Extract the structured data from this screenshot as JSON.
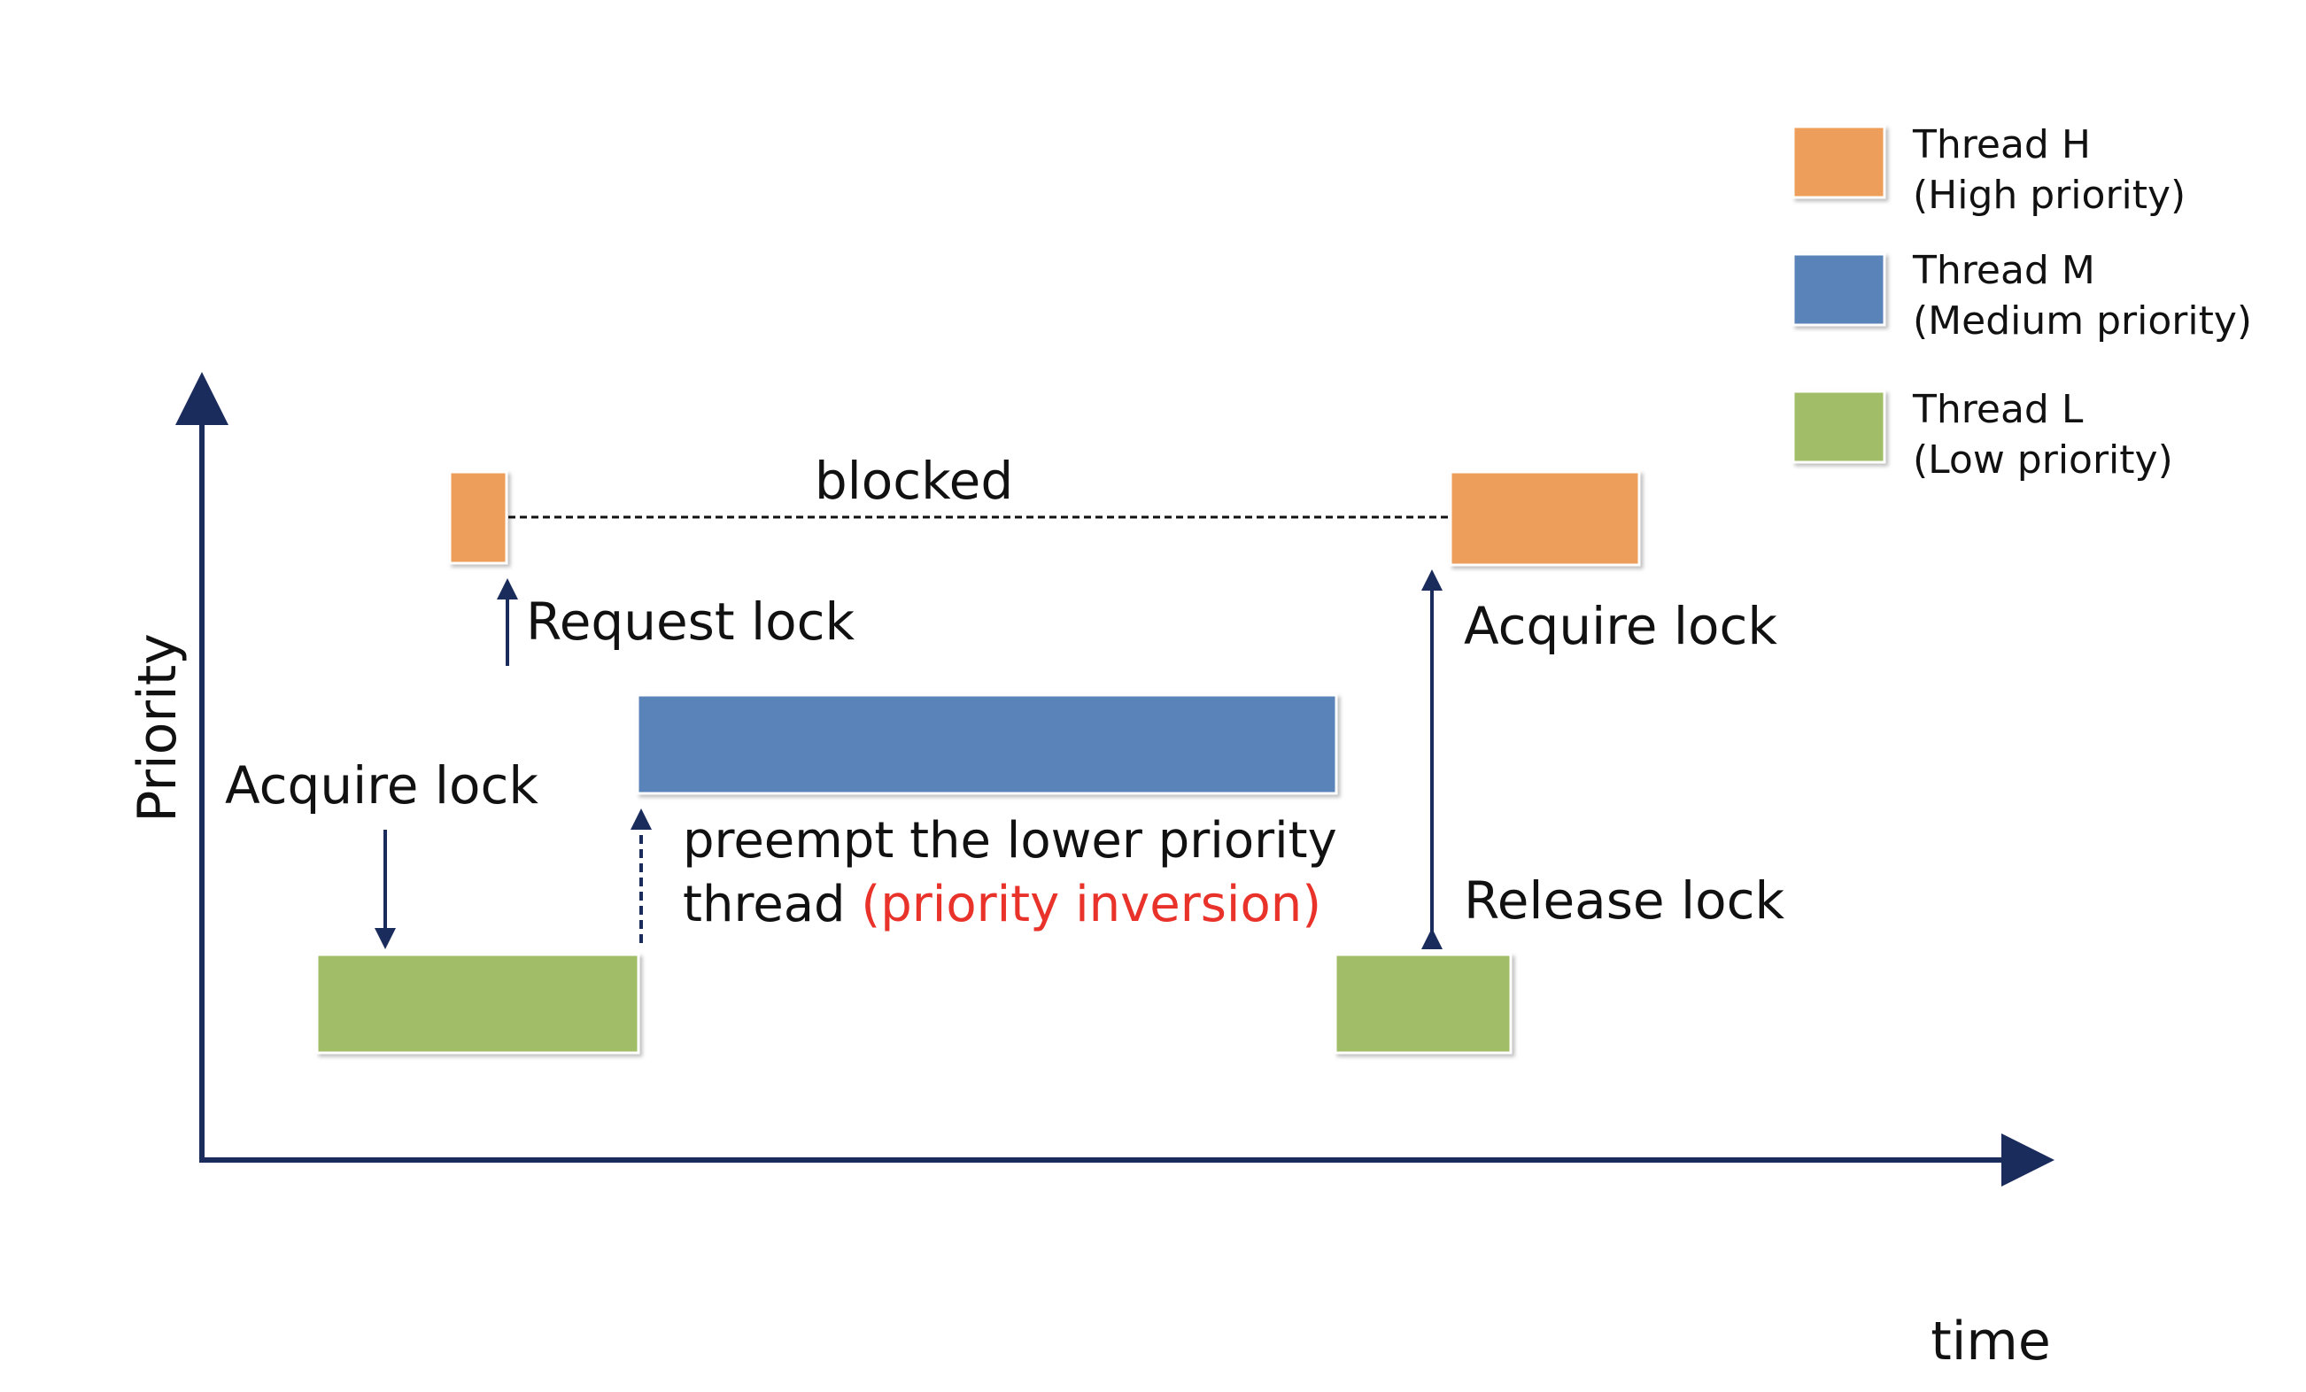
{
  "axes": {
    "y_label": "Priority",
    "x_label": "time"
  },
  "annotations": {
    "blocked": "blocked",
    "request_lock": "Request lock",
    "acquire_lock_low": "Acquire lock",
    "acquire_lock_high": "Acquire lock",
    "release_lock": "Release lock",
    "preempt_line1": "preempt the lower priority",
    "preempt_line2_prefix": "thread ",
    "preempt_line2_highlight": "(priority inversion)"
  },
  "legend": [
    {
      "line1": "Thread H",
      "line2": "(High priority)",
      "color": "#ec9e5a"
    },
    {
      "line1": "Thread M",
      "line2": "(Medium priority)",
      "color": "#5a83ba"
    },
    {
      "line1": "Thread L",
      "line2": "(Low priority)",
      "color": "#a2bd68"
    }
  ],
  "colors": {
    "axis": "#1a2c5c",
    "thread_h": "#ec9e5a",
    "thread_m": "#5a83ba",
    "thread_l": "#a2bd68",
    "highlight": "#e8322a"
  }
}
